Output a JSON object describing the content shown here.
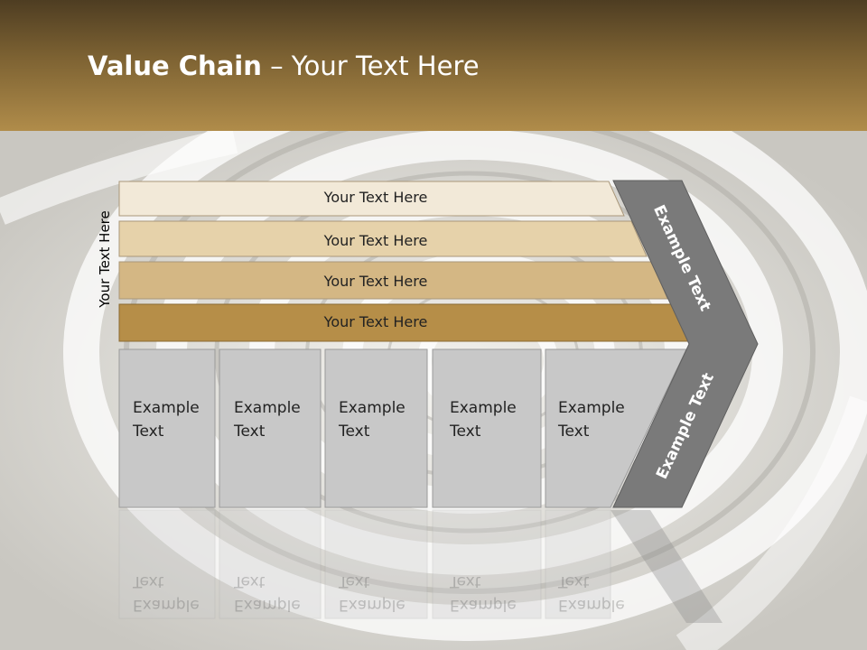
{
  "slide": {
    "title_bold": "Value Chain",
    "title_rest": " – Your Text Here",
    "side_label": "Your Text Here"
  },
  "bars": [
    {
      "label": "Your Text Here",
      "color": "#f2e9d8"
    },
    {
      "label": "Your Text Here",
      "color": "#e6d2aa"
    },
    {
      "label": "Your Text Here",
      "color": "#d4b784"
    },
    {
      "label": "Your Text Here",
      "color": "#b68e48"
    }
  ],
  "boxes": [
    {
      "label": "Example\nText"
    },
    {
      "label": "Example\nText"
    },
    {
      "label": "Example\nText"
    },
    {
      "label": "Example\nText"
    },
    {
      "label": "Example\nText"
    }
  ],
  "chevron": {
    "upper_label": "Example Text",
    "lower_label": "Example Text",
    "color": "#7a7a7a"
  },
  "colors": {
    "box_fill": "#c8c8c8",
    "box_stroke": "#9a9a9a"
  }
}
